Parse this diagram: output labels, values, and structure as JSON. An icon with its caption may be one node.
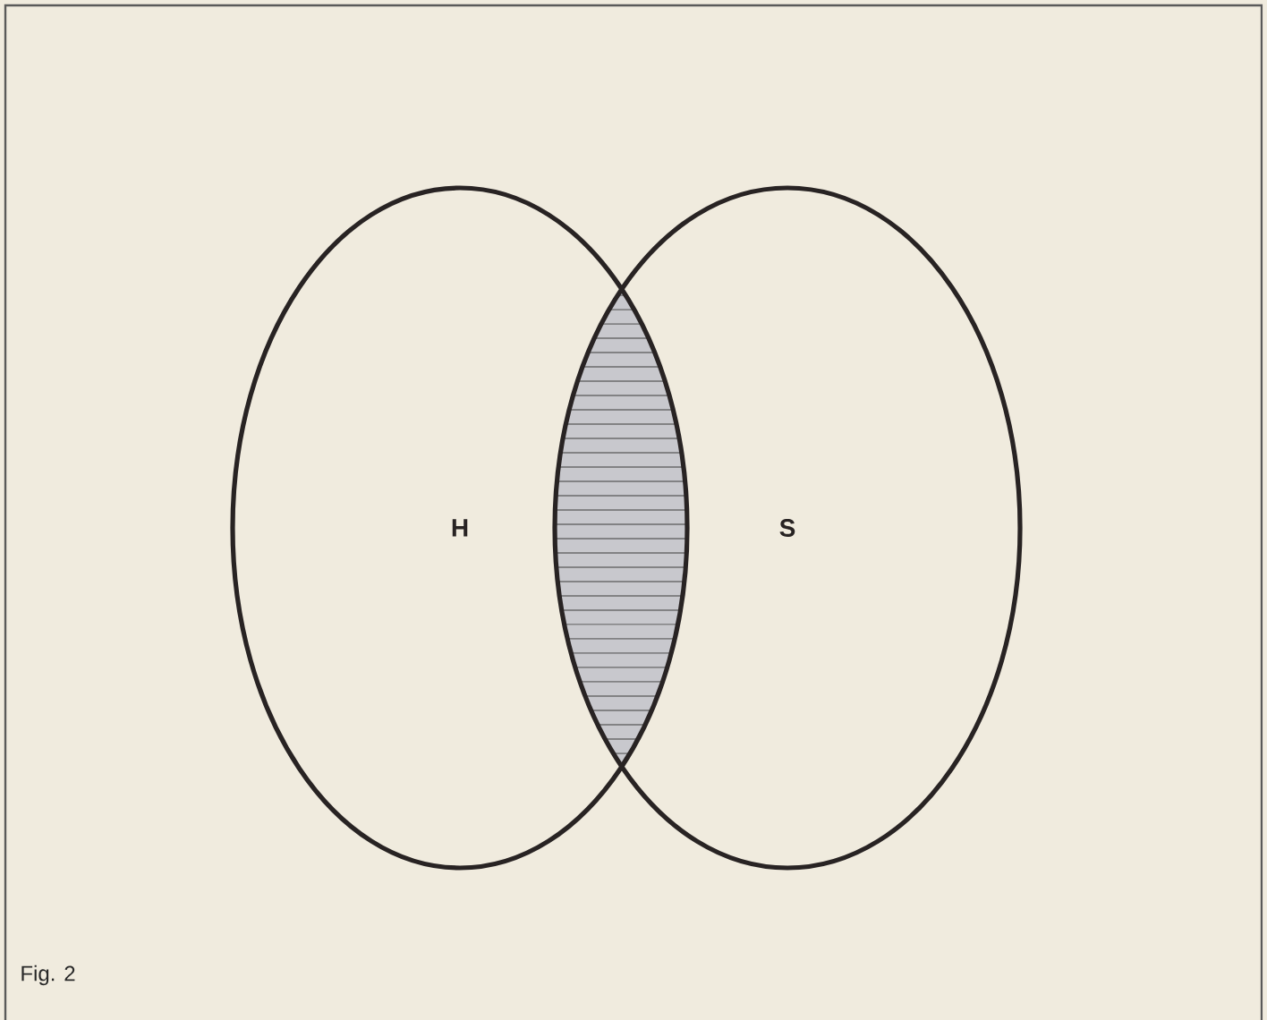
{
  "diagram": {
    "caption": "Fig. 2",
    "nodes": [
      {
        "text": [
          "H"
        ]
      },
      {
        "text": [
          "S"
        ]
      }
    ]
  }
}
